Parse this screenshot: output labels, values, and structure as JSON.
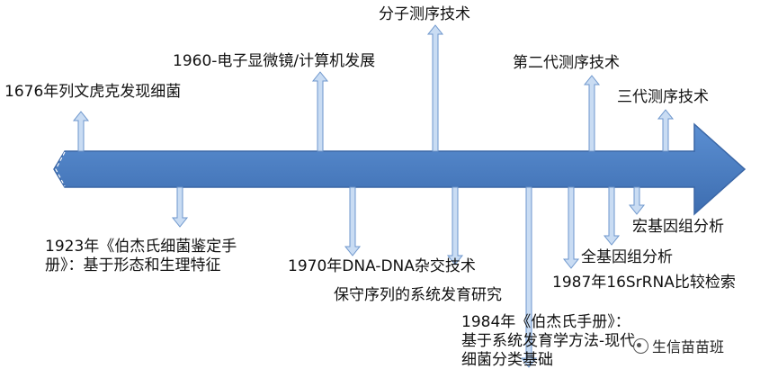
{
  "diagram": {
    "colors": {
      "main_arrow_fill": "#4a7cc0",
      "main_arrow_stroke": "#3a66a6",
      "small_arrow_fill": "#c9dcf3",
      "small_arrow_stroke": "#6d96cc"
    },
    "events_above": [
      {
        "text": "1676年列文虎克发现细菌"
      },
      {
        "text": "1960-电子显微镜/计算机发展"
      },
      {
        "text": "分子测序技术"
      },
      {
        "text": "第二代测序技术"
      },
      {
        "text": "三代测序技术"
      }
    ],
    "events_below": [
      {
        "lines": [
          "1923年《伯杰氏细菌鉴定手",
          "册》：基于形态和生理特征"
        ]
      },
      {
        "lines": [
          "1970年DNA-DNA杂交技术"
        ]
      },
      {
        "lines": [
          "保守序列的系统发育研究"
        ]
      },
      {
        "lines": [
          "1984年《伯杰氏手册》：",
          "基于系统发育学方法-现代",
          "细菌分类基础"
        ]
      },
      {
        "lines": [
          "1987年16SrRNA比较检索"
        ]
      },
      {
        "lines": [
          "全基因组分析"
        ]
      },
      {
        "lines": [
          "宏基因组分析"
        ]
      }
    ],
    "watermark": {
      "icon": "wechat-icon",
      "text": "生信苗苗班"
    }
  }
}
